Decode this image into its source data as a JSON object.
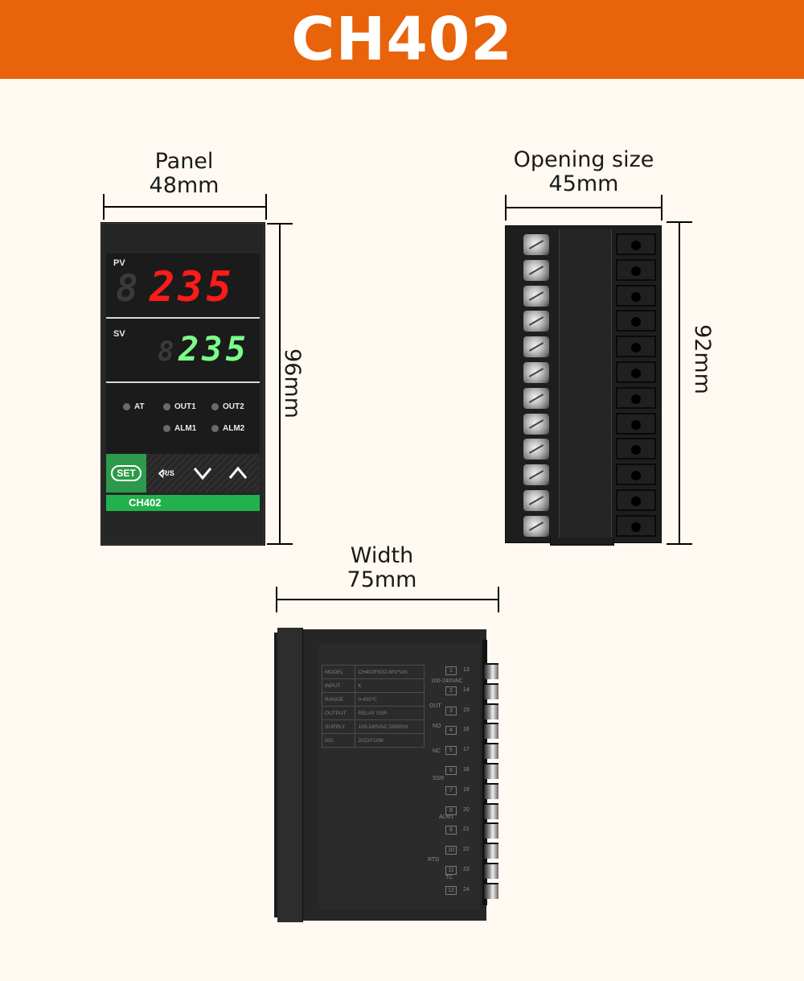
{
  "header": {
    "title": "CH402"
  },
  "dimensions": {
    "panel_label": "Panel",
    "panel_width": "48mm",
    "panel_height": "96mm",
    "opening_label": "Opening size",
    "opening_width": "45mm",
    "opening_height": "92mm",
    "depth_label": "Width",
    "depth_value": "75mm"
  },
  "front_panel": {
    "pv_label": "PV",
    "pv_value": "235",
    "pv_ghost": "8",
    "sv_label": "SV",
    "sv_value": "235",
    "sv_ghost": "8",
    "indicators": [
      "AT",
      "OUT1",
      "OUT2",
      "ALM1",
      "ALM2"
    ],
    "keys": {
      "set": "SET",
      "rs": "R/S"
    },
    "model": "CH402",
    "colors": {
      "pv": "#ff1a1a",
      "sv": "#7bff8a",
      "brand": "#22b14c",
      "banner": "#e8630a"
    }
  },
  "side_label": {
    "rows": [
      {
        "key": "MODEL",
        "value": "CH402FK02-M/V*AN"
      },
      {
        "key": "INPUT",
        "value": "K"
      },
      {
        "key": "RANGE",
        "value": "0-400℃"
      },
      {
        "key": "OUTPUT",
        "value": "RELAY  SSR"
      },
      {
        "key": "SUPPLY",
        "value": "100-240VAC,50/60Hz"
      },
      {
        "key": "NO.",
        "value": "2023Y10M"
      }
    ],
    "terminals_left": [
      "1",
      "2",
      "3",
      "4",
      "5",
      "6",
      "7",
      "8",
      "9",
      "10",
      "11",
      "12"
    ],
    "terminals_right": [
      "13",
      "14",
      "15",
      "16",
      "17",
      "18",
      "19",
      "20",
      "21",
      "22",
      "23",
      "24"
    ],
    "annotations": {
      "supply": "100-240VAC",
      "out": "OUT",
      "no": "NO",
      "nc": "NC",
      "ssr": "SSR",
      "alm1": "ALM1",
      "tc": "TC",
      "rtd": "RTD"
    }
  }
}
